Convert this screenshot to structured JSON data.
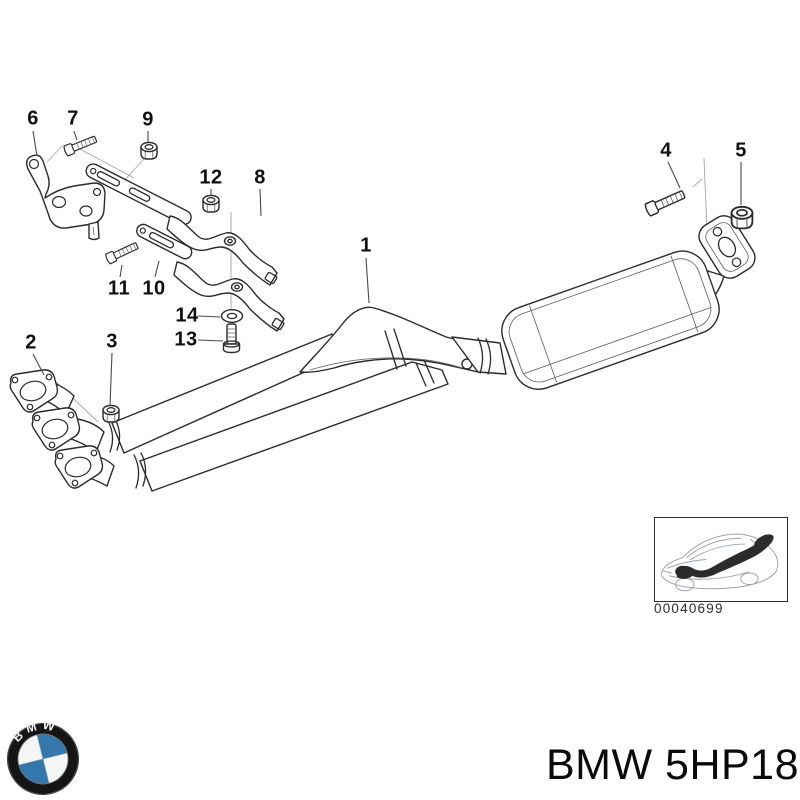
{
  "diagram": {
    "callouts": [
      {
        "num": "1"
      },
      {
        "num": "2"
      },
      {
        "num": "3"
      },
      {
        "num": "4"
      },
      {
        "num": "5"
      },
      {
        "num": "6"
      },
      {
        "num": "7"
      },
      {
        "num": "8"
      },
      {
        "num": "9"
      },
      {
        "num": "10"
      },
      {
        "num": "11"
      },
      {
        "num": "12"
      },
      {
        "num": "13"
      },
      {
        "num": "14"
      }
    ]
  },
  "thumbnail": {
    "code": "00040699"
  },
  "logo": {
    "letters": "BMW"
  },
  "footer": {
    "model_text": "BMW 5HP18"
  },
  "colors": {
    "line": "#2b2b2b",
    "leader": "#4a4a4a",
    "logo_blue": "#3377ad",
    "exhaust_highlight": "#000000",
    "background": "#ffffff"
  }
}
